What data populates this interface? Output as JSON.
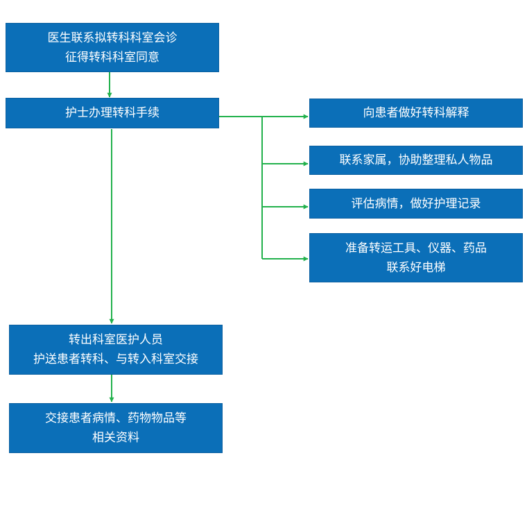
{
  "colors": {
    "box_fill": "#0b6fb8",
    "box_text": "#ffffff",
    "connector": "#22b14c"
  },
  "nodes": {
    "request": {
      "lines": [
        "医生联系拟转科科室会诊",
        "征得转科科室同意"
      ]
    },
    "nurse": {
      "lines": [
        "护士办理转科手续"
      ]
    },
    "explain": {
      "lines": [
        "向患者做好转科解释"
      ]
    },
    "family": {
      "lines": [
        "联系家属，协助整理私人物品"
      ]
    },
    "assess": {
      "lines": [
        "评估病情，做好护理记录"
      ]
    },
    "prepare": {
      "lines": [
        "准备转运工具、仪器、药品",
        "联系好电梯"
      ]
    },
    "escort": {
      "lines": [
        "转出科室医护人员",
        "护送患者转科、与转入科室交接"
      ]
    },
    "handover": {
      "lines": [
        "交接患者病情、药物物品等",
        "相关资料"
      ]
    }
  }
}
